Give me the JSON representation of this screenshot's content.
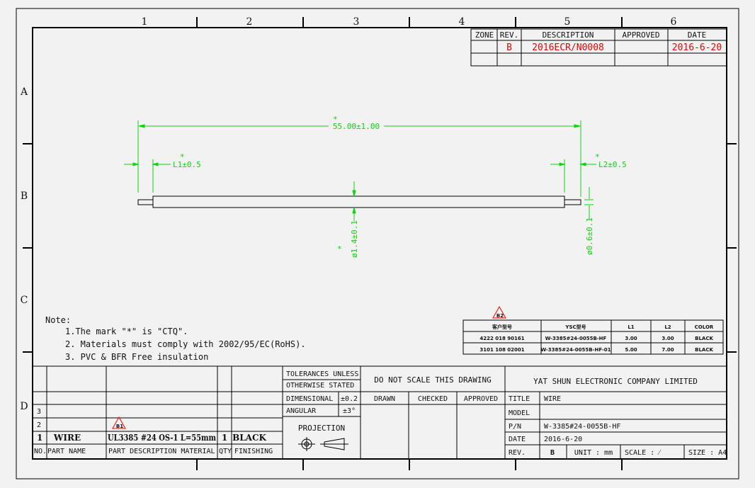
{
  "zones": {
    "cols": [
      "1",
      "2",
      "3",
      "4",
      "5",
      "6"
    ],
    "rows": [
      "A",
      "B",
      "C",
      "D"
    ]
  },
  "revision": {
    "headers": {
      "zone": "ZONE",
      "rev": "REV.",
      "description": "DESCRIPTION",
      "approved": "APPROVED",
      "date": "DATE"
    },
    "row": {
      "rev": "B",
      "description": "2016ECR/N0008",
      "date": "2016-6-20"
    }
  },
  "dimensions": {
    "ctq_mark": "*",
    "length": "55.00±1.00",
    "l1": "L1±0.5",
    "l2": "L2±0.5",
    "outer_dia": "ø1.4±0.1",
    "conductor_dia": "ø0.6±0.1"
  },
  "notes": {
    "title": "Note:",
    "items": [
      "1.The mark \"*\" is \"CTQ\".",
      "2. Materials must comply with 2002/95/EC(RoHS).",
      "3. PVC & BFR Free insulation"
    ]
  },
  "variant_table": {
    "badge": "B2",
    "headers": [
      "客户型号",
      "YSC型号",
      "L1",
      "L2",
      "COLOR"
    ],
    "rows": [
      [
        "4222 018 90161",
        "W-3385#24-0055B-HF",
        "3.00",
        "3.00",
        "BLACK"
      ],
      [
        "3101 108 02001",
        "W-3385#24-0055B-HF-01",
        "5.00",
        "7.00",
        "BLACK"
      ]
    ]
  },
  "title_block": {
    "tolerances": "TOLERANCES UNLESS",
    "otherwise": "OTHERWISE STATED",
    "dimensional": "DIMENSIONAL",
    "dim_val": "±0.2",
    "angular": "ANGULAR",
    "ang_val": "±3°",
    "projection": "PROJECTION",
    "do_not_scale": "DO NOT SCALE THIS DRAWING",
    "company": "YAT SHUN ELECTRONIC COMPANY LIMITED",
    "drawn": "DRAWN",
    "checked": "CHECKED",
    "approved": "APPROVED",
    "title_label": "TITLE",
    "title_val": "WIRE",
    "model_label": "MODEL",
    "model_val": "",
    "pn_label": "P/N",
    "pn_val": "W-3385#24-0055B-HF",
    "date_label": "DATE",
    "date_val": "2016-6-20",
    "rev_label": "REV.",
    "rev_val": "B",
    "unit": "UNIT : mm",
    "scale": "SCALE : ⁄",
    "size": "SIZE : A4"
  },
  "bom": {
    "badge": "B1",
    "row_nums": [
      "3",
      "2",
      "1"
    ],
    "item": {
      "no": "1",
      "name": "WIRE",
      "desc": "UL3385 #24 OS-1 L=55mm",
      "qty": "1",
      "finish": "BLACK"
    },
    "headers": {
      "no": "NO.",
      "name": "PART NAME",
      "desc": "PART DESCRIPTION MATERIAL",
      "qty": "QTY",
      "finish": "FINISHING"
    }
  }
}
